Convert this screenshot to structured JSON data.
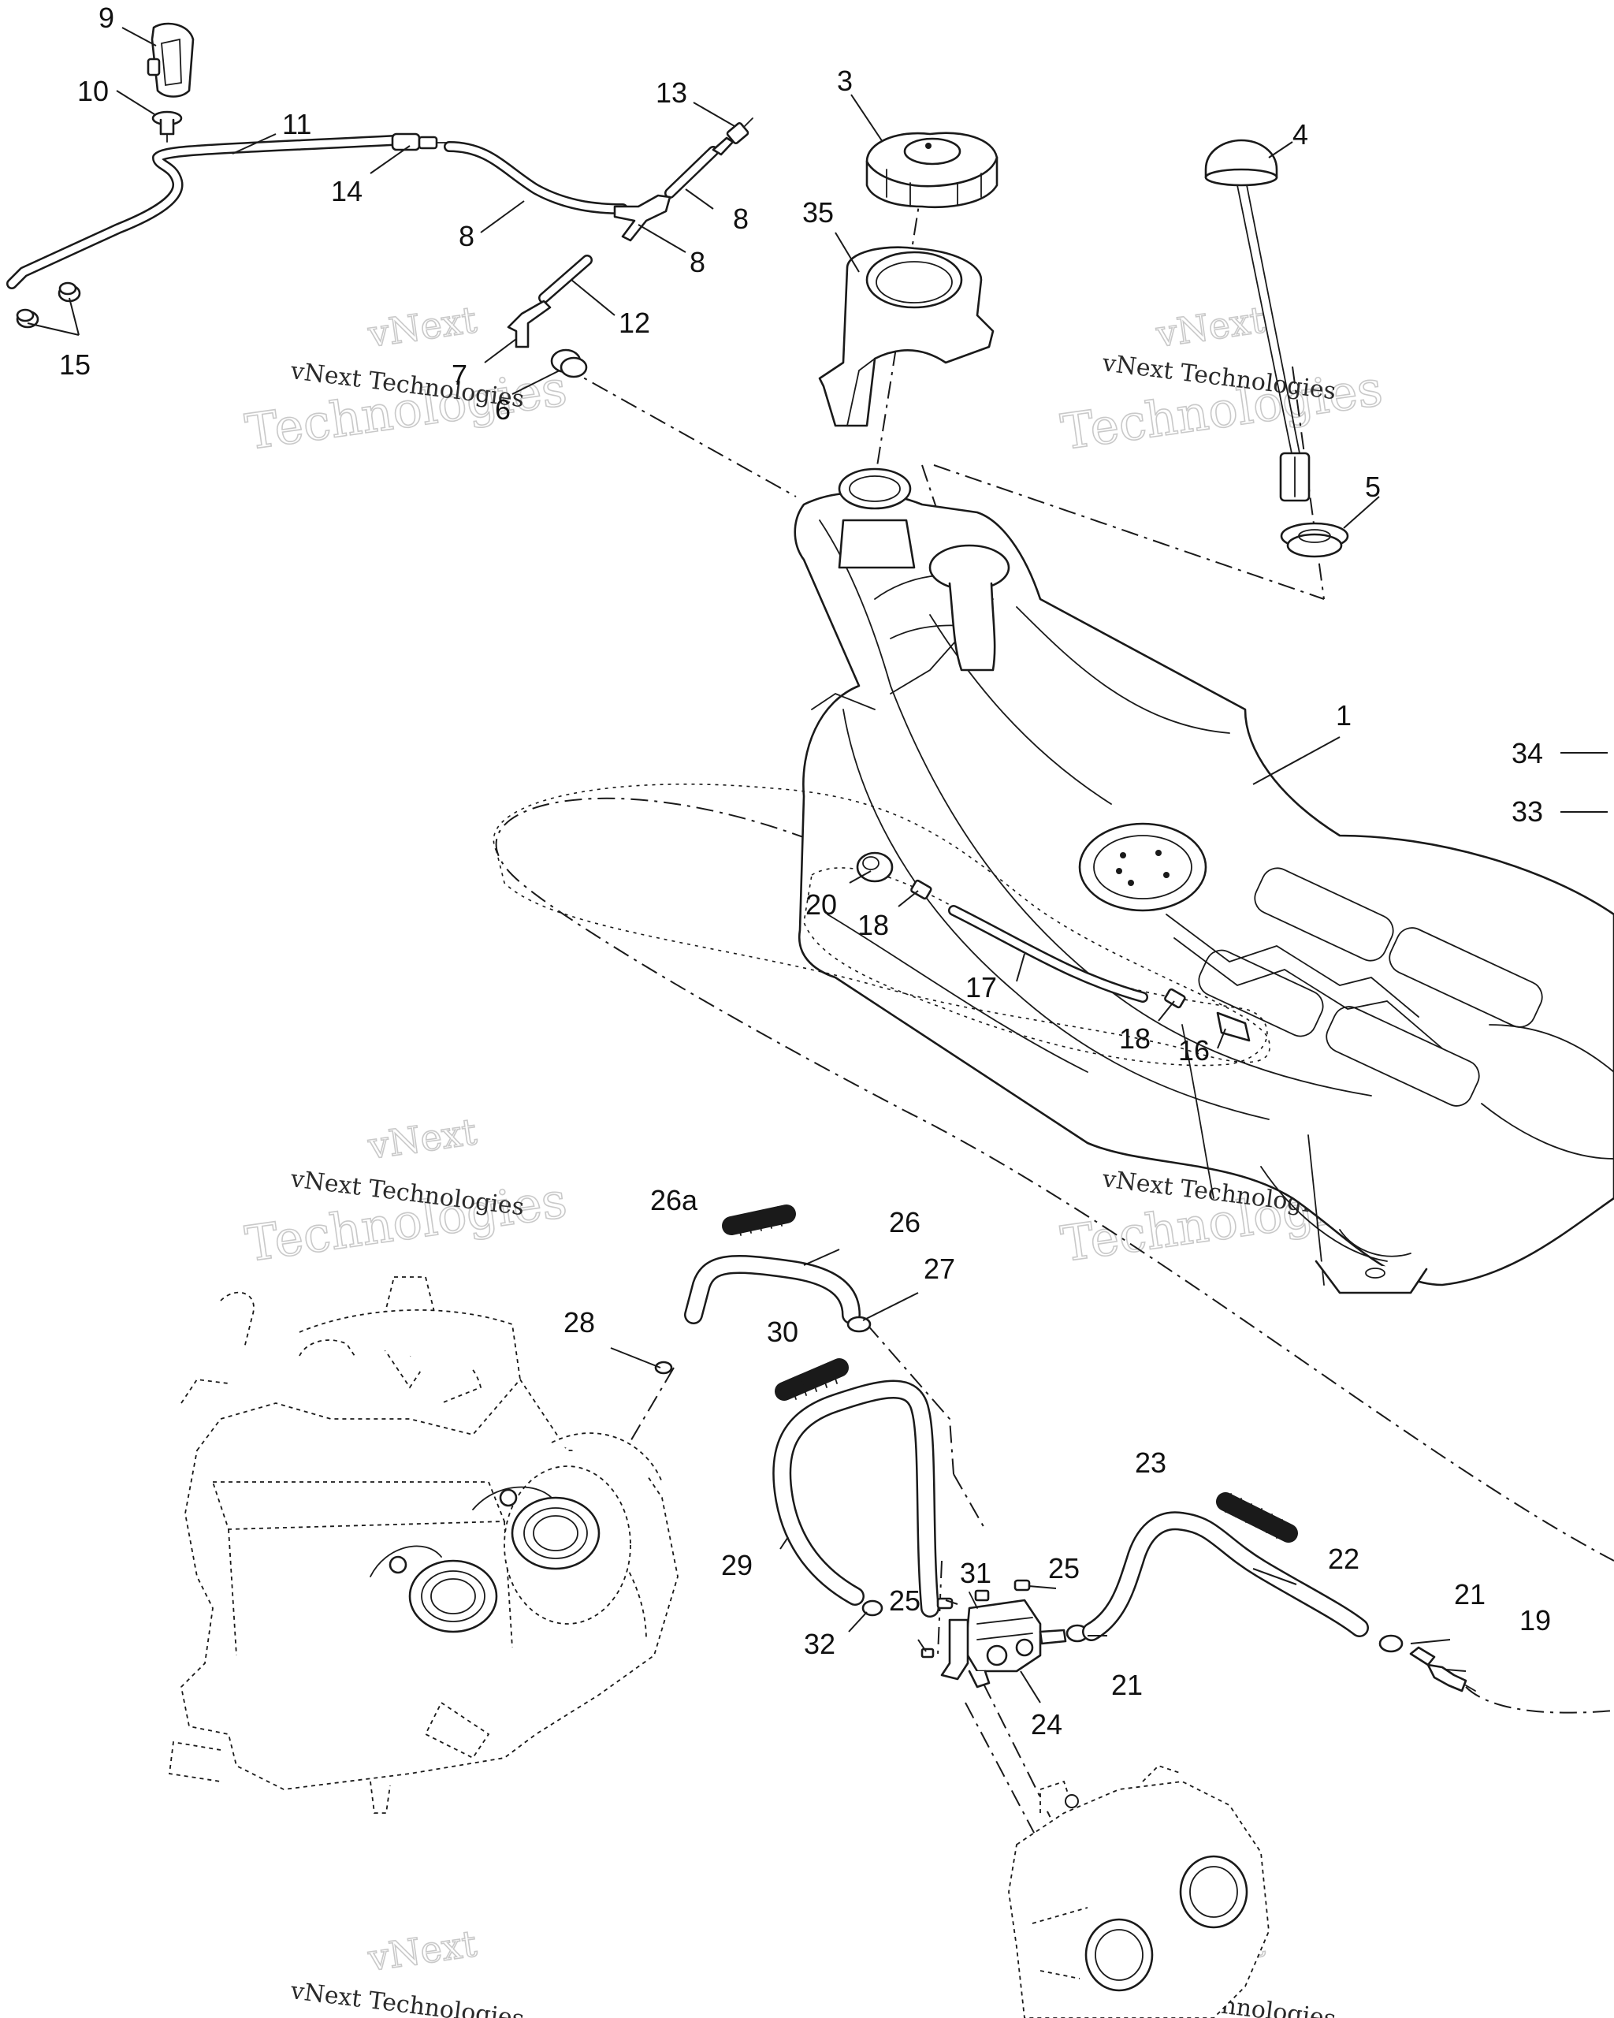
{
  "diagram": {
    "callouts": [
      {
        "id": "c9",
        "text": "9"
      },
      {
        "id": "c10",
        "text": "10"
      },
      {
        "id": "c11",
        "text": "11"
      },
      {
        "id": "c14",
        "text": "14"
      },
      {
        "id": "c15",
        "text": "15"
      },
      {
        "id": "c13",
        "text": "13"
      },
      {
        "id": "c8a",
        "text": "8"
      },
      {
        "id": "c8b",
        "text": "8"
      },
      {
        "id": "c8c",
        "text": "8"
      },
      {
        "id": "c12",
        "text": "12"
      },
      {
        "id": "c7",
        "text": "7"
      },
      {
        "id": "c6",
        "text": "6"
      },
      {
        "id": "c3",
        "text": "3"
      },
      {
        "id": "c35",
        "text": "35"
      },
      {
        "id": "c4",
        "text": "4"
      },
      {
        "id": "c5",
        "text": "5"
      },
      {
        "id": "c1",
        "text": "1"
      },
      {
        "id": "c34",
        "text": "34"
      },
      {
        "id": "c33",
        "text": "33"
      },
      {
        "id": "c20",
        "text": "20"
      },
      {
        "id": "c18a",
        "text": "18"
      },
      {
        "id": "c17",
        "text": "17"
      },
      {
        "id": "c18b",
        "text": "18"
      },
      {
        "id": "c16",
        "text": "16"
      },
      {
        "id": "c26a",
        "text": "26a"
      },
      {
        "id": "c26",
        "text": "26"
      },
      {
        "id": "c27",
        "text": "27"
      },
      {
        "id": "c28",
        "text": "28"
      },
      {
        "id": "c30",
        "text": "30"
      },
      {
        "id": "c23",
        "text": "23"
      },
      {
        "id": "c22",
        "text": "22"
      },
      {
        "id": "c29",
        "text": "29"
      },
      {
        "id": "c31",
        "text": "31"
      },
      {
        "id": "c25a",
        "text": "25"
      },
      {
        "id": "c25b",
        "text": "25"
      },
      {
        "id": "c21a",
        "text": "21"
      },
      {
        "id": "c21b",
        "text": "21"
      },
      {
        "id": "c19",
        "text": "19"
      },
      {
        "id": "c32",
        "text": "32"
      },
      {
        "id": "c24",
        "text": "24"
      }
    ],
    "watermark": {
      "brand": "vNext",
      "word": "Technologies",
      "label": "vNext Technologies"
    }
  }
}
